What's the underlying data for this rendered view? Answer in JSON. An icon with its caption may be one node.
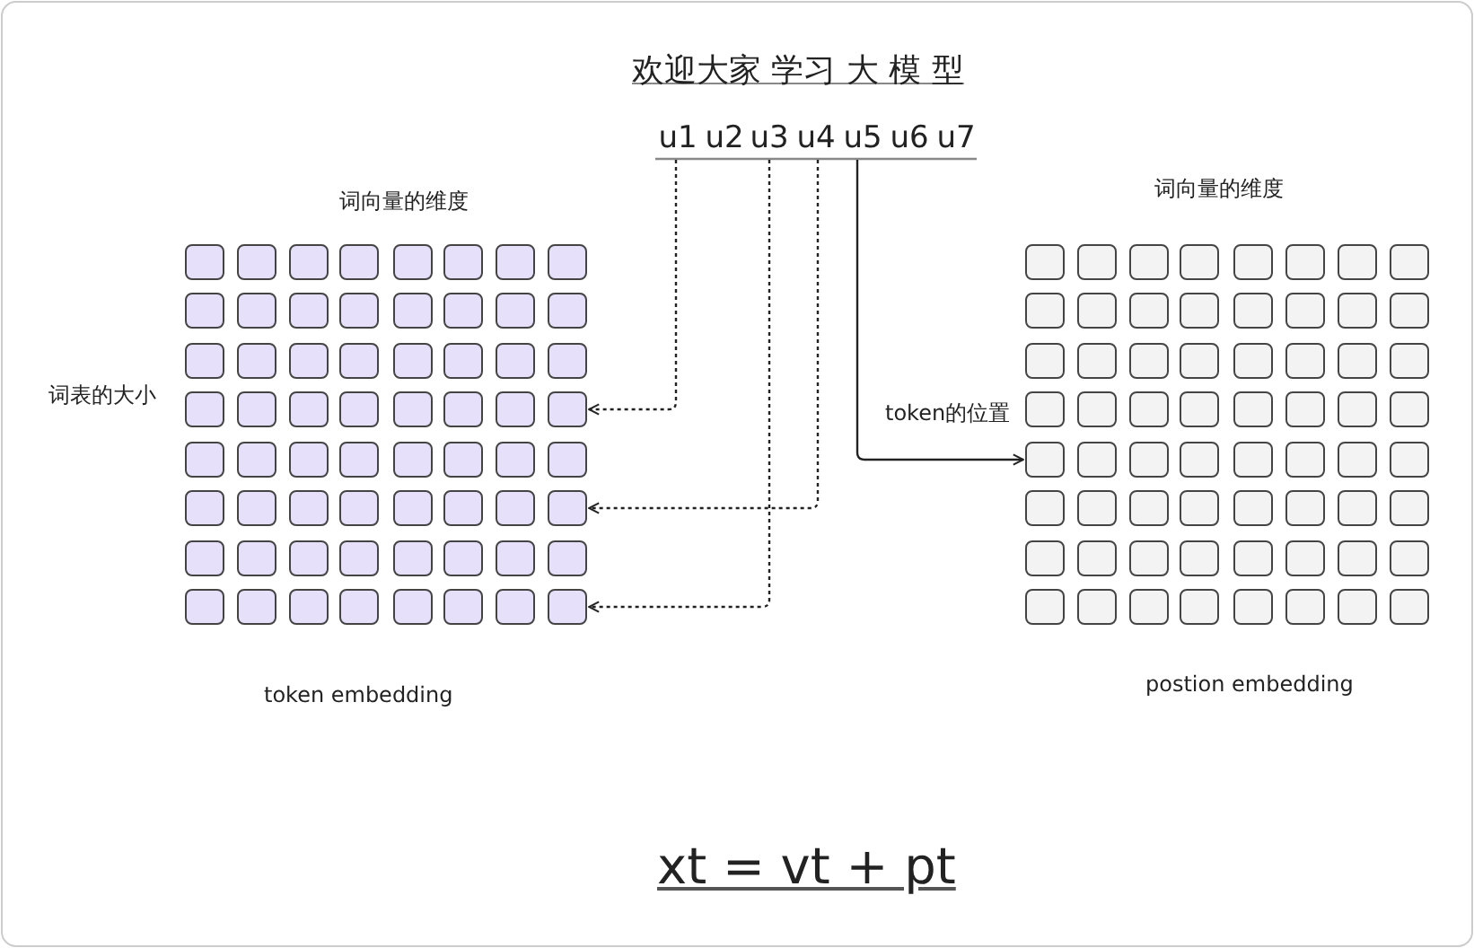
{
  "diagram": {
    "title": "欢迎大家 学习 大 模 型",
    "caption": "xt = vt + pt",
    "nodes": [
      {
        "text": [
          "u1"
        ]
      },
      {
        "text": [
          "u2"
        ]
      },
      {
        "text": [
          "u3"
        ]
      },
      {
        "text": [
          "u4"
        ]
      },
      {
        "text": [
          "u5"
        ]
      },
      {
        "text": [
          "u6"
        ]
      },
      {
        "text": [
          "u7"
        ]
      },
      {
        "text": [],
        "shape": "box"
      },
      {
        "text": [],
        "shape": "box"
      },
      {
        "text": [],
        "shape": "box"
      },
      {
        "text": [],
        "shape": "box"
      },
      {
        "text": [],
        "shape": "box"
      },
      {
        "text": [],
        "shape": "box"
      },
      {
        "text": [],
        "shape": "box"
      },
      {
        "text": [],
        "shape": "box"
      },
      {
        "text": [],
        "shape": "box"
      },
      {
        "text": [],
        "shape": "box"
      },
      {
        "text": [],
        "shape": "box"
      },
      {
        "text": [],
        "shape": "box"
      },
      {
        "text": [],
        "shape": "box"
      },
      {
        "text": [],
        "shape": "box"
      },
      {
        "text": [],
        "shape": "box"
      },
      {
        "text": [],
        "shape": "box"
      },
      {
        "text": [],
        "shape": "box"
      },
      {
        "text": [],
        "shape": "box"
      },
      {
        "text": [],
        "shape": "box"
      },
      {
        "text": [],
        "shape": "box"
      },
      {
        "text": [],
        "shape": "box"
      },
      {
        "text": [],
        "shape": "box"
      },
      {
        "text": [],
        "shape": "box"
      },
      {
        "text": [],
        "shape": "box"
      },
      {
        "text": [],
        "shape": "box"
      },
      {
        "text": [],
        "shape": "box"
      },
      {
        "text": [],
        "shape": "box"
      },
      {
        "text": [],
        "shape": "box"
      },
      {
        "text": [],
        "shape": "box"
      },
      {
        "text": [],
        "shape": "box"
      },
      {
        "text": [],
        "shape": "box"
      },
      {
        "text": [],
        "shape": "box"
      },
      {
        "text": [],
        "shape": "box"
      },
      {
        "text": [],
        "shape": "box"
      },
      {
        "text": [],
        "shape": "box"
      },
      {
        "text": [],
        "shape": "box"
      },
      {
        "text": [],
        "shape": "box"
      },
      {
        "text": [],
        "shape": "box"
      },
      {
        "text": [],
        "shape": "box"
      },
      {
        "text": [],
        "shape": "box"
      },
      {
        "text": [],
        "shape": "box"
      },
      {
        "text": [],
        "shape": "box"
      },
      {
        "text": [],
        "shape": "box"
      },
      {
        "text": [],
        "shape": "box"
      },
      {
        "text": [],
        "shape": "box"
      },
      {
        "text": [],
        "shape": "box"
      },
      {
        "text": [],
        "shape": "box"
      },
      {
        "text": [],
        "shape": "box"
      },
      {
        "text": [],
        "shape": "box"
      },
      {
        "text": [],
        "shape": "box"
      },
      {
        "text": [],
        "shape": "box"
      },
      {
        "text": [],
        "shape": "box"
      },
      {
        "text": [],
        "shape": "box"
      },
      {
        "text": [],
        "shape": "box"
      },
      {
        "text": [],
        "shape": "box"
      },
      {
        "text": [],
        "shape": "box"
      },
      {
        "text": [],
        "shape": "box"
      },
      {
        "text": [],
        "shape": "box"
      },
      {
        "text": [],
        "shape": "box"
      },
      {
        "text": [],
        "shape": "box"
      },
      {
        "text": [],
        "shape": "box"
      },
      {
        "text": [],
        "shape": "box"
      },
      {
        "text": [],
        "shape": "box"
      },
      {
        "text": [],
        "shape": "box"
      },
      {
        "text": [],
        "shape": "box"
      },
      {
        "text": [],
        "shape": "box"
      },
      {
        "text": [],
        "shape": "box"
      },
      {
        "text": [],
        "shape": "box"
      },
      {
        "text": [],
        "shape": "box"
      },
      {
        "text": [],
        "shape": "box"
      },
      {
        "text": [],
        "shape": "box"
      },
      {
        "text": [],
        "shape": "box"
      },
      {
        "text": [],
        "shape": "box"
      },
      {
        "text": [],
        "shape": "box"
      },
      {
        "text": [],
        "shape": "box"
      },
      {
        "text": [],
        "shape": "box"
      },
      {
        "text": [],
        "shape": "box"
      },
      {
        "text": [],
        "shape": "box"
      },
      {
        "text": [],
        "shape": "box"
      },
      {
        "text": [],
        "shape": "box"
      },
      {
        "text": [],
        "shape": "box"
      },
      {
        "text": [],
        "shape": "box"
      },
      {
        "text": [],
        "shape": "box"
      },
      {
        "text": [],
        "shape": "box"
      },
      {
        "text": [],
        "shape": "box"
      },
      {
        "text": [],
        "shape": "box"
      },
      {
        "text": [],
        "shape": "box"
      },
      {
        "text": [],
        "shape": "box"
      },
      {
        "text": [],
        "shape": "box"
      },
      {
        "text": [],
        "shape": "box"
      },
      {
        "text": [],
        "shape": "box"
      },
      {
        "text": [],
        "shape": "box"
      },
      {
        "text": [],
        "shape": "box"
      },
      {
        "text": [],
        "shape": "box"
      },
      {
        "text": [],
        "shape": "box"
      },
      {
        "text": [],
        "shape": "box"
      },
      {
        "text": [],
        "shape": "box"
      },
      {
        "text": [],
        "shape": "box"
      },
      {
        "text": [],
        "shape": "box"
      },
      {
        "text": [],
        "shape": "box"
      },
      {
        "text": [],
        "shape": "box"
      },
      {
        "text": [],
        "shape": "box"
      },
      {
        "text": [],
        "shape": "box"
      },
      {
        "text": [],
        "shape": "box"
      },
      {
        "text": [],
        "shape": "box"
      },
      {
        "text": [],
        "shape": "box"
      },
      {
        "text": [],
        "shape": "box"
      },
      {
        "text": [],
        "shape": "box"
      },
      {
        "text": [],
        "shape": "box"
      },
      {
        "text": [],
        "shape": "box"
      },
      {
        "text": [],
        "shape": "box"
      },
      {
        "text": [],
        "shape": "box"
      },
      {
        "text": [],
        "shape": "box"
      },
      {
        "text": [],
        "shape": "box"
      },
      {
        "text": [],
        "shape": "box"
      },
      {
        "text": [],
        "shape": "box"
      },
      {
        "text": [],
        "shape": "box"
      },
      {
        "text": [],
        "shape": "box"
      },
      {
        "text": [],
        "shape": "box"
      },
      {
        "text": [],
        "shape": "box"
      },
      {
        "text": [],
        "shape": "box"
      },
      {
        "text": [],
        "shape": "box"
      },
      {
        "text": [],
        "shape": "box"
      },
      {
        "text": [],
        "shape": "box"
      },
      {
        "text": [],
        "shape": "box"
      },
      {
        "text": [],
        "shape": "box"
      },
      {
        "text": [],
        "shape": "box"
      },
      {
        "text": [],
        "shape": "box"
      }
    ],
    "edges": [
      {
        "from": 0,
        "to": 38,
        "arrow": "to",
        "style": "dashed"
      },
      {
        "from": 3,
        "to": 54,
        "arrow": "to",
        "style": "dashed"
      },
      {
        "from": 2,
        "to": 70,
        "arrow": "to",
        "style": "dashed"
      },
      {
        "from": 4,
        "to": 103,
        "arrow": "to",
        "label": "token的位置"
      }
    ],
    "labels": [
      "词向量的维度",
      "词向量的维度",
      "词表的大小",
      "token embedding",
      "postion embedding"
    ]
  }
}
